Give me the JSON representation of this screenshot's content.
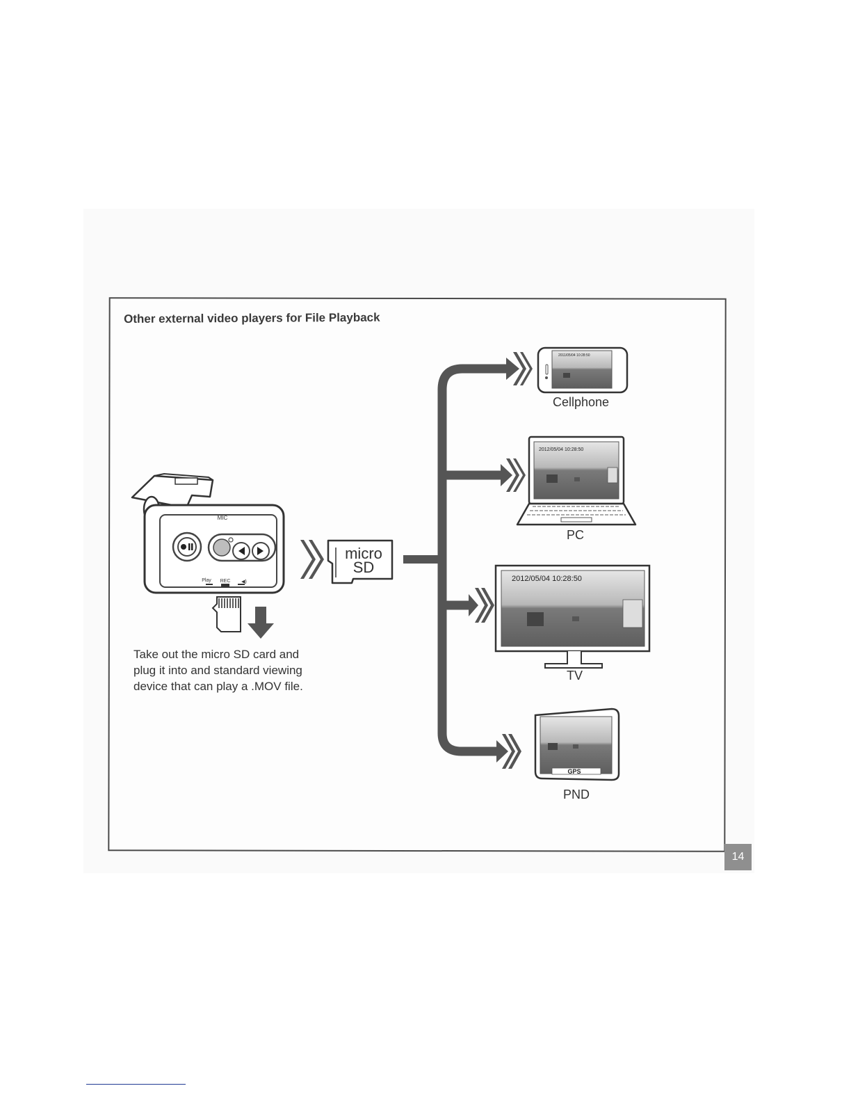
{
  "panel": {
    "heading": "Other external video players for File Playback",
    "caption_lines": [
      "Take out the micro SD card and",
      "plug it into and standard viewing",
      "device that can play a .MOV file."
    ]
  },
  "camera": {
    "mic_label": "MIC",
    "button_labels": [
      "Play",
      "REC",
      "◀)"
    ]
  },
  "sd_card": {
    "line1": "micro",
    "line2": "SD"
  },
  "devices": {
    "cellphone": {
      "label": "Cellphone",
      "timestamp": "2011/05/04 10:28:50"
    },
    "pc": {
      "label": "PC",
      "timestamp": "2012/05/04 10:28:50"
    },
    "tv": {
      "label": "TV",
      "timestamp": "2012/05/04 10:28:50"
    },
    "pnd": {
      "label": "PND",
      "badge": "GPS"
    }
  },
  "page_number": "14",
  "colors": {
    "arrow": "#555555",
    "frame": "#4a4a4a",
    "page_badge": "#8f8f8f"
  }
}
